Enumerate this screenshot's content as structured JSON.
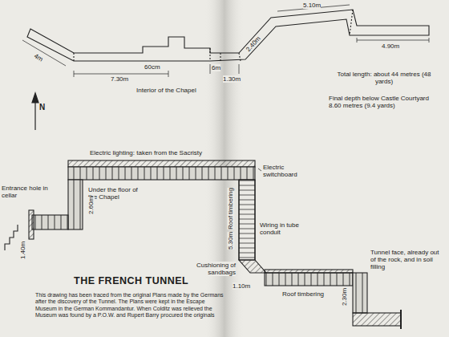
{
  "diagram": {
    "title": "THE FRENCH TUNNEL",
    "caption": "This drawing has been traced from the original Plans made by the Germans after the discovery of the Tunnel. The Plans were kept in the Escape Museum in the German Kommandantur. When Colditz was relieved the Museum was found by a P.O.W. and Rupert Barry procured the originals",
    "labels": [
      "4m",
      "7.30m",
      "60cm",
      "6m",
      "1.30m",
      "2.40m",
      "5.10m",
      "4.90m",
      "Interior of the Chapel",
      "N",
      "Total length: about 44 metres (48 yards)",
      "Final depth below Castle Courtyard 8.60 metres (9.4 yards)",
      "Electric lighting: taken from the Sacristy",
      "Electric switchboard",
      "Entrance hole in cellar",
      "Under the floor of the Chapel",
      "2.60m",
      "1.40m",
      "Roof timbering",
      "5.30m",
      "Wiring in tube conduit",
      "Cushioning of sandbags",
      "1.10m",
      "Roof timbering",
      "Tunnel face, already out of the rock, and in soil filling",
      "2.30m"
    ]
  }
}
